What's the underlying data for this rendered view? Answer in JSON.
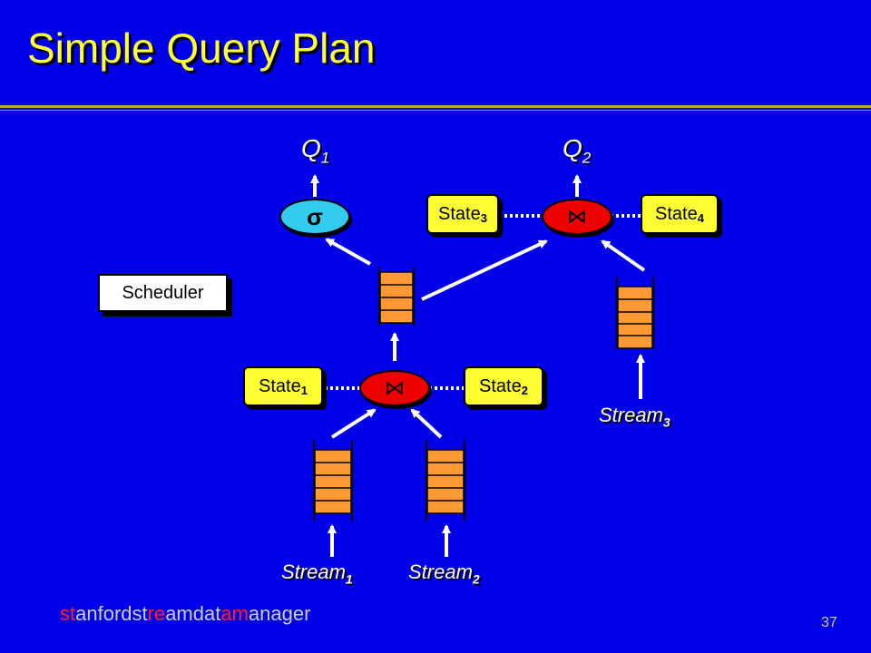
{
  "title": "Simple Query Plan",
  "queries": {
    "q1": "Q",
    "q1_sub": "1",
    "q2": "Q",
    "q2_sub": "2"
  },
  "operators": {
    "select": "σ",
    "join_lower": "⋈",
    "join_upper": "⋈"
  },
  "states": [
    {
      "text": "State",
      "sub": "1"
    },
    {
      "text": "State",
      "sub": "2"
    },
    {
      "text": "State",
      "sub": "3"
    },
    {
      "text": "State",
      "sub": "4"
    }
  ],
  "scheduler": "Scheduler",
  "streams": [
    {
      "text": "Stream",
      "sub": "1"
    },
    {
      "text": "Stream",
      "sub": "2"
    },
    {
      "text": "Stream",
      "sub": "3"
    }
  ],
  "footer": {
    "parts": [
      "st",
      "anfordst",
      "re",
      "amdat",
      "am",
      "anager"
    ]
  },
  "page_number": "37",
  "colors": {
    "background": "#0000E8",
    "title": "#FFFF33",
    "state": "#FFFF33",
    "queue": "#FF9933",
    "select": "#33CCEE",
    "join": "#EE0000"
  }
}
